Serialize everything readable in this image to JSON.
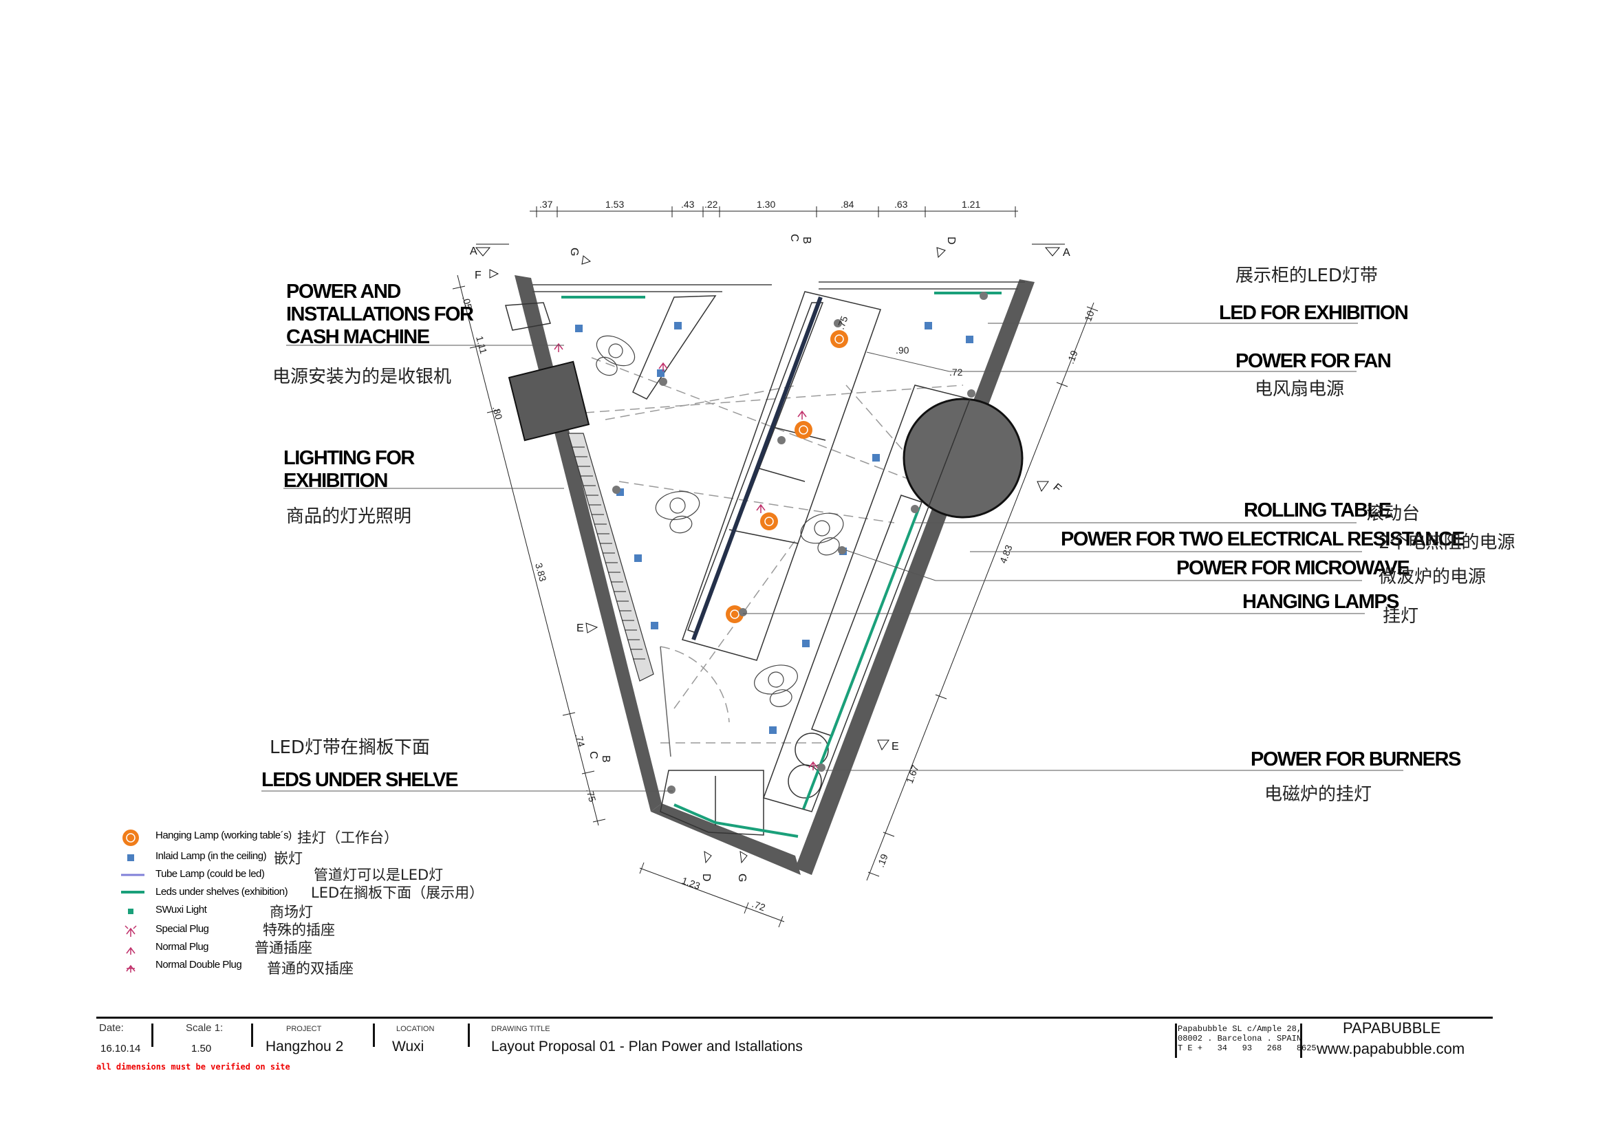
{
  "labels": {
    "cash_en_1": "POWER AND",
    "cash_en_2": "INSTALLATIONS FOR",
    "cash_en_3": "CASH MACHINE",
    "cash_cn": "电源安装为的是收银机",
    "lighting_en_1": "LIGHTING FOR",
    "lighting_en_2": "EXHIBITION",
    "lighting_cn": "商品的灯光照明",
    "ledshelve_cn": "LED灯带在搁板下面",
    "ledshelve_en": "LEDS UNDER SHELVE",
    "ledexh_cn": "展示柜的LED灯带",
    "ledexh_en": "LED FOR EXHIBITION",
    "fan_en": "POWER FOR FAN",
    "fan_cn": "电风扇电源",
    "rolling_en": "ROLLING  TABLE",
    "rolling_cn": "滚动台",
    "resist_en": "POWER FOR TWO ELECTRICAL RESISTANCE",
    "resist_cn": "2个电热阻的电源",
    "micro_en": "POWER FOR MICROWAVE",
    "micro_cn": "微波炉的电源",
    "hanging_en": "HANGING LAMPS",
    "hanging_cn": "挂灯",
    "burners_en": "POWER FOR BURNERS",
    "burners_cn": "电磁炉的挂灯"
  },
  "dimensions": {
    "top": [
      ".37",
      "1.53",
      ".43",
      ".22",
      "1.30",
      ".84",
      ".63",
      "1.21"
    ],
    "left": [
      ".05",
      "1.11",
      ".80",
      "3.83",
      ".74",
      ".75"
    ],
    "right": [
      ".10",
      ".19",
      "4.83",
      "1.67",
      ".19"
    ],
    "bottom": [
      "1.23",
      ".72"
    ],
    "inner": [
      ".75",
      ".90",
      ".72"
    ]
  },
  "section_markers": [
    "A",
    "A",
    "G",
    "C",
    "B",
    "D",
    "F",
    "F",
    "E",
    "E",
    "C",
    "B",
    "D",
    "G"
  ],
  "legend": [
    {
      "icon": "hanging-lamp-icon",
      "label": "Hanging Lamp (working table´s)",
      "cn": "挂灯（工作台）"
    },
    {
      "icon": "inlaid-lamp-icon",
      "label": "Inlaid Lamp (in the ceiling)",
      "cn": "嵌灯"
    },
    {
      "icon": "tube-lamp-icon",
      "label": "Tube Lamp (could be led)",
      "cn": "管道灯可以是LED灯"
    },
    {
      "icon": "led-strip-icon",
      "label": "Leds under shelves  (exhibition)",
      "cn": "LED在搁板下面（展示用）"
    },
    {
      "icon": "swuxi-light-icon",
      "label": "SWuxi Light",
      "cn": "商场灯"
    },
    {
      "icon": "special-plug-icon",
      "label": "Special Plug",
      "cn": "特殊的插座"
    },
    {
      "icon": "normal-plug-icon",
      "label": "Normal Plug",
      "cn": "普通插座"
    },
    {
      "icon": "double-plug-icon",
      "label": "Normal Double Plug",
      "cn": "普通的双插座"
    }
  ],
  "title_block": {
    "date_label": "Date:",
    "date_value": "16.10.14",
    "scale_label": "Scale 1:",
    "scale_value": "1.50",
    "project_label": "PROJECT",
    "project_value": "Hangzhou 2",
    "location_label": "LOCATION",
    "location_value": "Wuxi",
    "drawing_label": "DRAWING TITLE",
    "drawing_value": "Layout Proposal 01 - Plan Power and Istallations",
    "warning": "all dimensions must be verified on site",
    "address_1": "Papabubble SL c/Ample 28,",
    "address_2": "08002 . Barcelona . SPAIN",
    "address_3": "T E +   34   93   268   8625",
    "brand": "PAPABUBBLE",
    "website": "www.papabubble.com"
  },
  "colors": {
    "wall": "#5a5a5a",
    "hanging_lamp": "#f07d1a",
    "inlaid_lamp": "#4a7fc0",
    "tube_lamp": "#8080d8",
    "led_strip": "#1aa07a",
    "plug": "#c0306a"
  }
}
